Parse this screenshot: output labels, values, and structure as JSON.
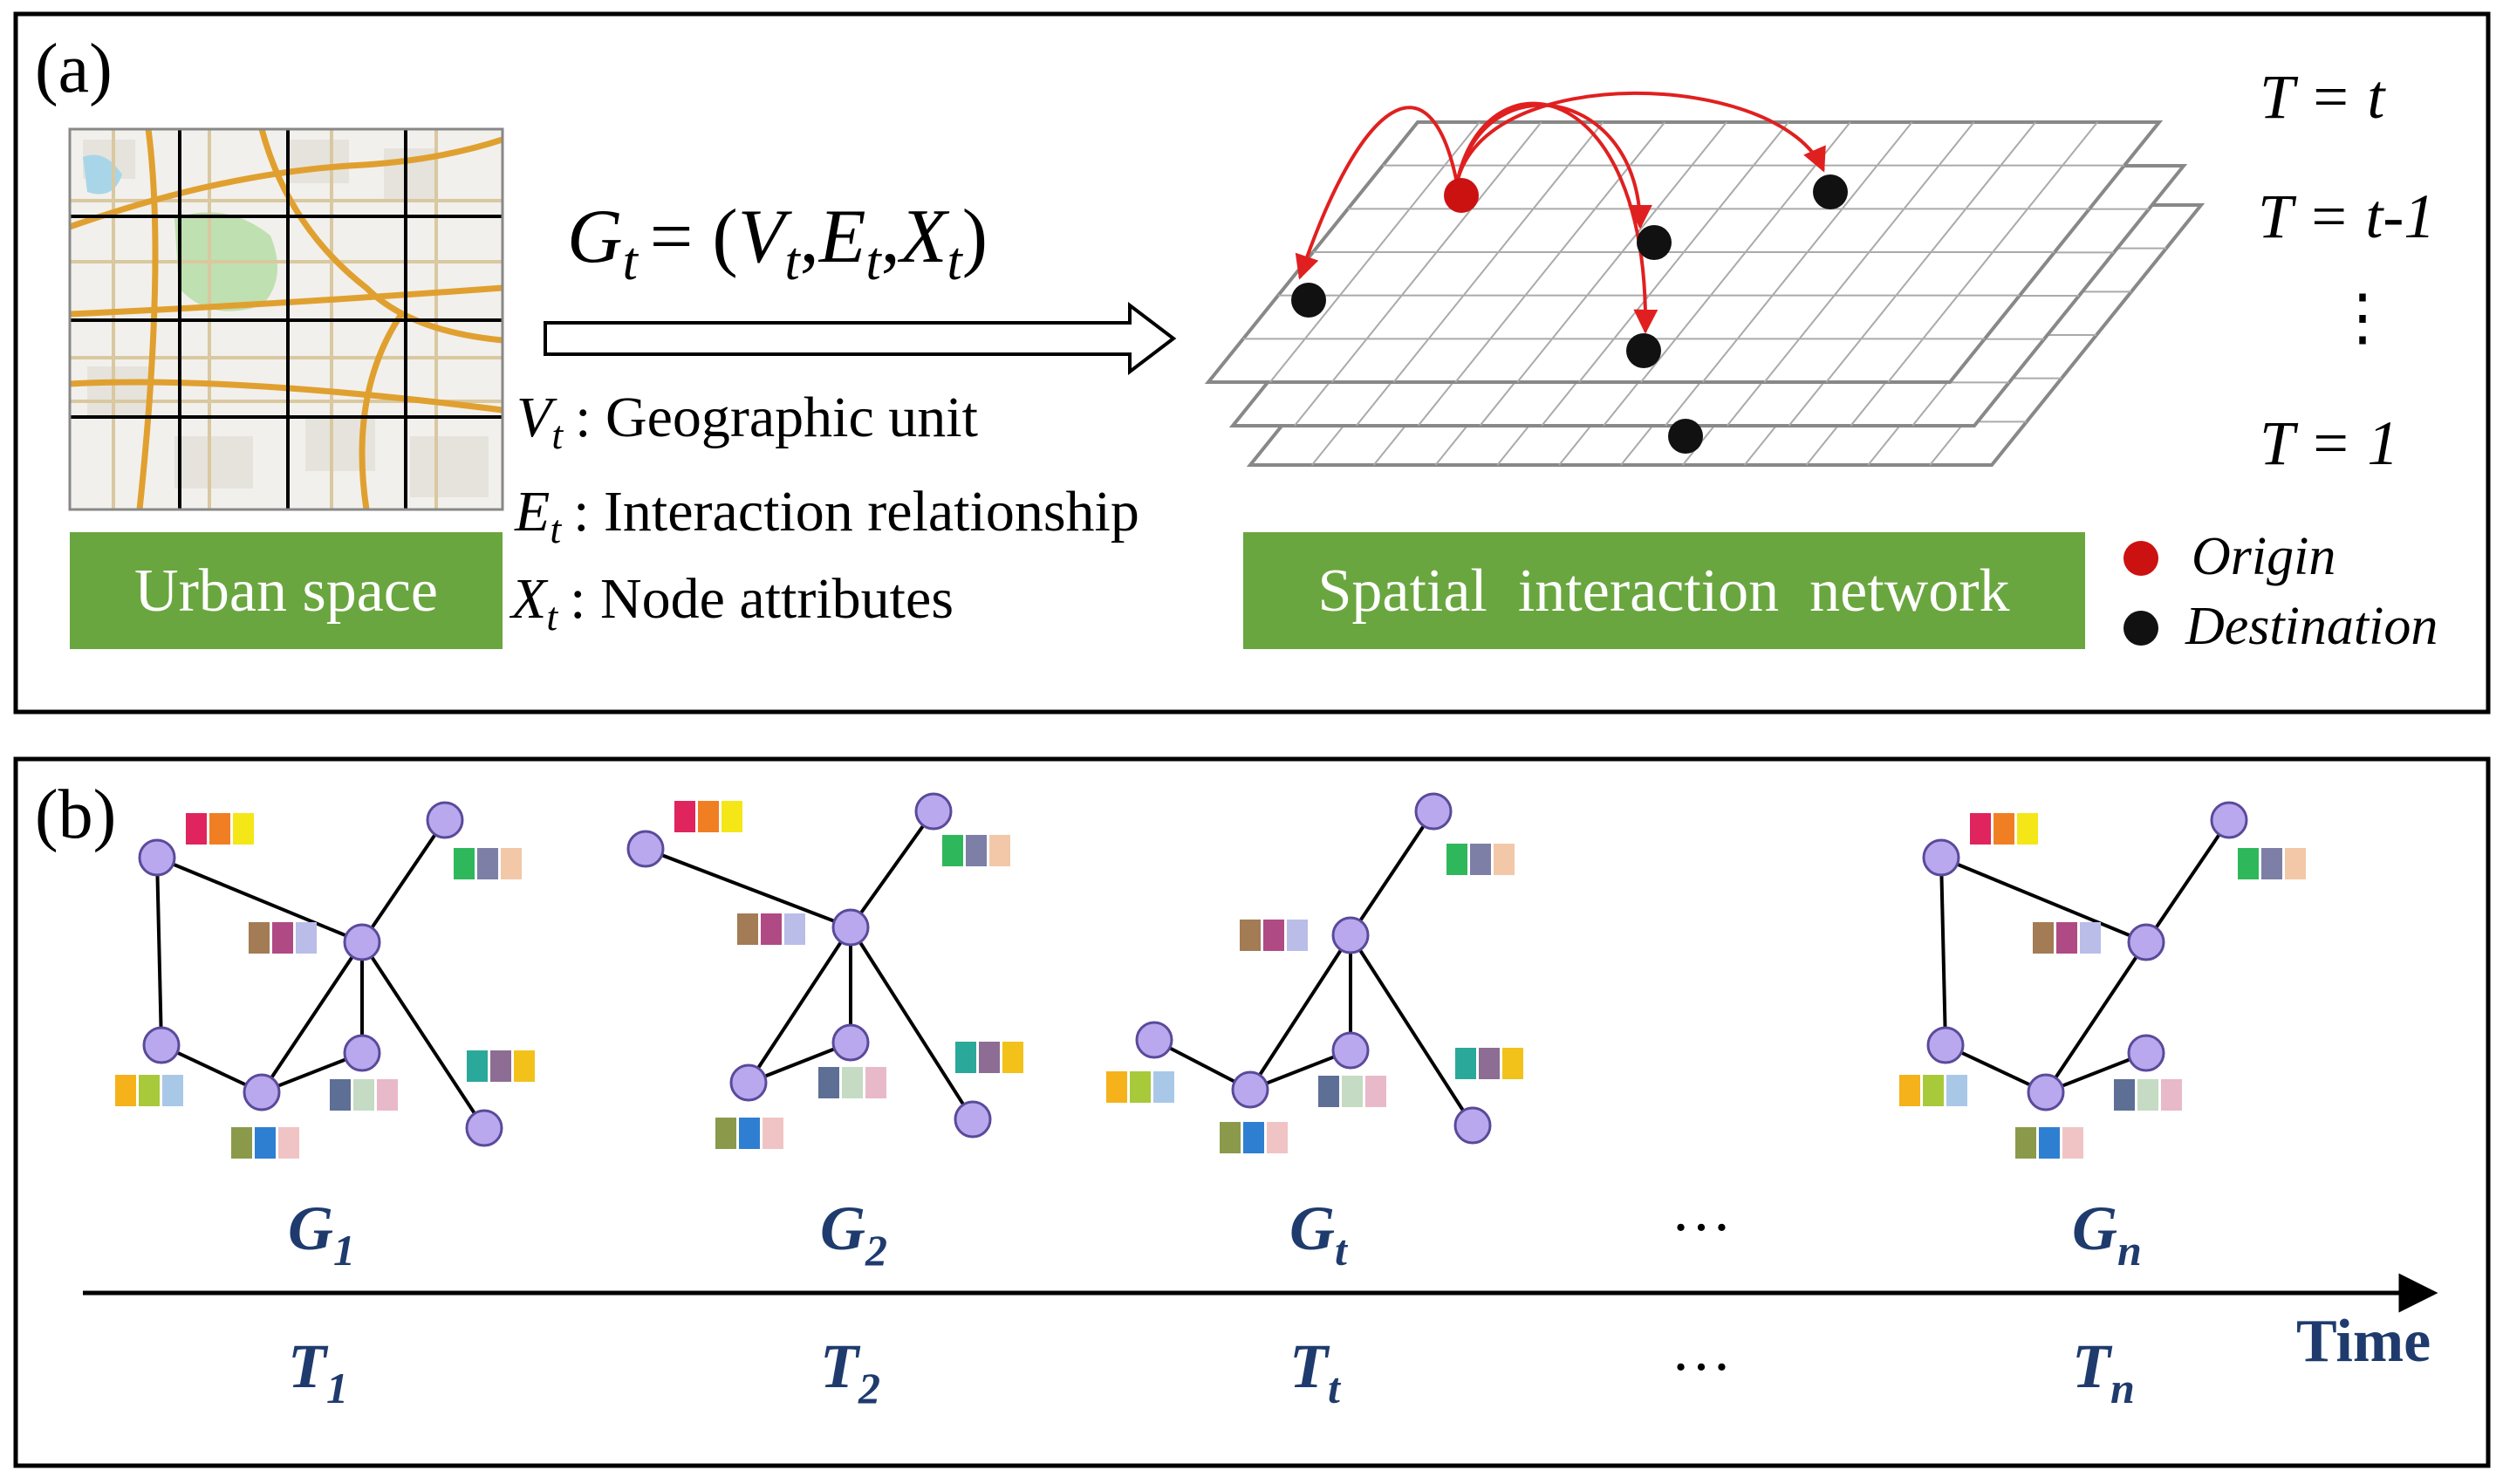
{
  "panel_a": {
    "label": "(a)",
    "map_label": "Urban space",
    "formula": {
      "lhs": "G",
      "sub": "t",
      "eq": "= (",
      "v": "V",
      "comma1": ",",
      "e": "E",
      "comma2": ",",
      "x": "X",
      "close": ")"
    },
    "definitions": [
      {
        "sym": "V",
        "sub": "t",
        "text": ": Geographic unit"
      },
      {
        "sym": "E",
        "sub": "t",
        "text": ": Interaction relationship"
      },
      {
        "sym": "X",
        "sub": "t",
        "text": ": Node attributes"
      }
    ],
    "network_label": "Spatial  interaction  network",
    "time_labels": [
      "T = t",
      "T = t-1",
      "⋮",
      "T = 1"
    ],
    "legend": [
      {
        "label": "Origin",
        "color": "#cc1111"
      },
      {
        "label": "Destination",
        "color": "#111111"
      }
    ],
    "colors": {
      "green_box": "#6aa63f",
      "arrow_red": "#e02020",
      "frame": "#000000"
    }
  },
  "panel_b": {
    "label": "(b)",
    "graphs": [
      {
        "name": "G",
        "sub": "1",
        "time": "T",
        "tsub": "1"
      },
      {
        "name": "G",
        "sub": "2",
        "time": "T",
        "tsub": "2"
      },
      {
        "name": "G",
        "sub": "t",
        "time": "T",
        "tsub": "t"
      },
      {
        "name": "G",
        "sub": "n",
        "time": "T",
        "tsub": "n"
      }
    ],
    "ellipsis": "…",
    "axis_label": "Time",
    "colors": {
      "node": "#b9a8ee",
      "node_stroke": "#5a4a9a",
      "label": "#1f3b6e"
    }
  }
}
